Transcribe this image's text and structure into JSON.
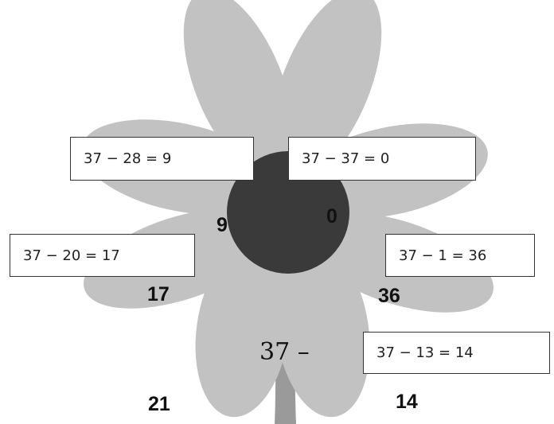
{
  "equations": [
    {
      "text": "37 − 28 = 9"
    },
    {
      "text": "37 − 37 = 0"
    },
    {
      "text": "37 − 20 = 17"
    },
    {
      "text": "37 − 1 = 36"
    },
    {
      "text": "37 − 13 = 14"
    }
  ],
  "answers": [
    "9",
    "0",
    "17",
    "36",
    "21",
    "14"
  ],
  "center_label": "37 –",
  "colors": {
    "petal": "#c2c2c2",
    "center": "#3a3a3a",
    "stem": "#9a9a9a"
  }
}
